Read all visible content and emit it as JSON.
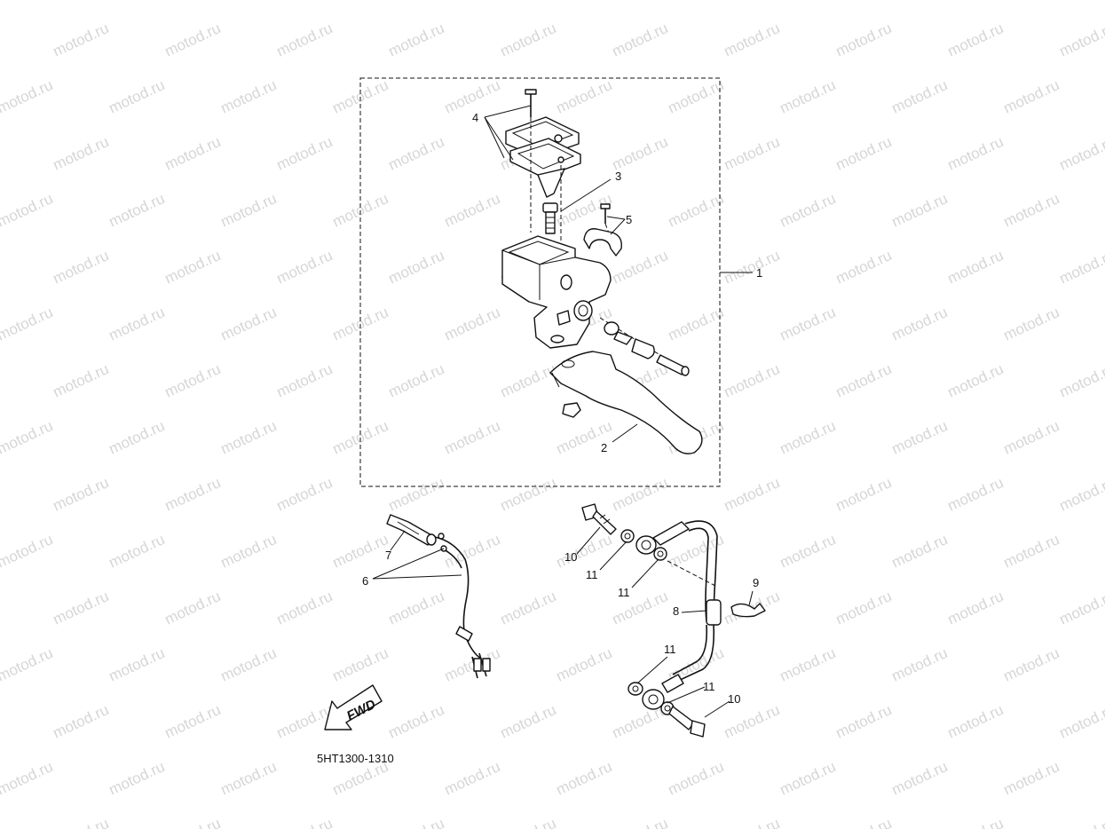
{
  "diagram": {
    "watermark": "motod.ru",
    "figure_code": "5HT1300-1310",
    "direction_label": "FWD",
    "callouts": {
      "c1": "1",
      "c2": "2",
      "c3": "3",
      "c4": "4",
      "c5": "5",
      "c6": "6",
      "c7": "7",
      "c8": "8",
      "c9": "9",
      "c10a": "10",
      "c10b": "10",
      "c11a": "11",
      "c11b": "11",
      "c11c": "11",
      "c11d": "11"
    }
  }
}
